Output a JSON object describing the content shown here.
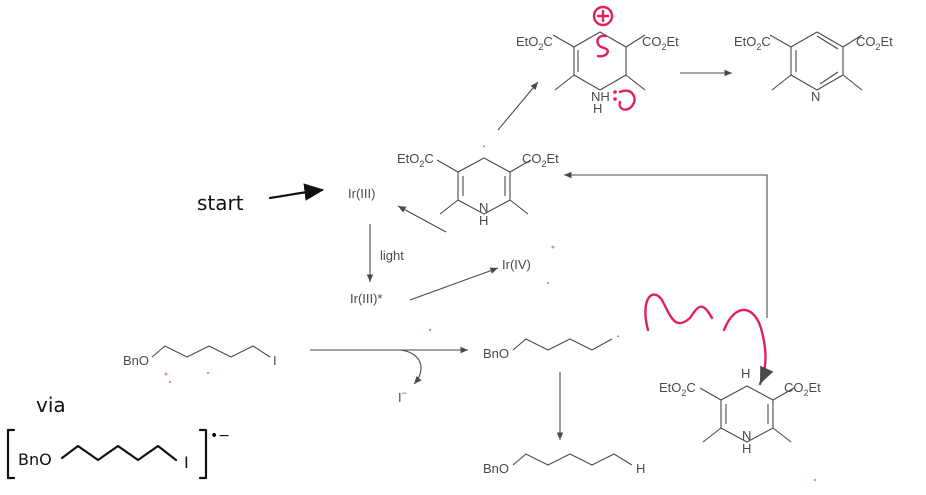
{
  "labels": {
    "start": "start",
    "via": "via",
    "ir3": "Ir(III)",
    "ir3_star": "Ir(III)*",
    "ir4": "Ir(IV)",
    "light": "light",
    "iodide": "I",
    "iodide_charge": "−",
    "radical_dot": "·",
    "plus": "+",
    "minus_dot": "·",
    "h_label": "H",
    "n_label": "N",
    "nh_label": "NH",
    "io_label": "2"
  },
  "substituents": {
    "eto2c": "EtO",
    "co2et_left_sub": "2",
    "co2et_left_tail": "C",
    "co2et_right_head": "CO",
    "co2et_right_sub": "2",
    "co2et_right_tail": "Et"
  },
  "substrate": {
    "bno": "BnO",
    "iodine": "I"
  },
  "product": {
    "bno": "BnO",
    "h": "H"
  },
  "radical": {
    "bno": "BnO"
  },
  "via_bracket": {
    "bno": "BnO",
    "iodine": "I",
    "charge": "•−"
  }
}
